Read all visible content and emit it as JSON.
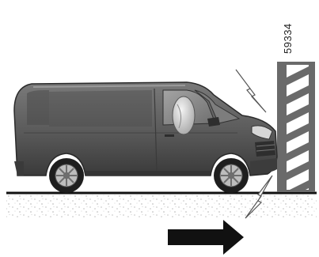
{
  "figure": {
    "reference_number": "59334",
    "colors": {
      "van_body": "#5c5c5c",
      "van_dark": "#2e2e2e",
      "window": "#8a8a8a",
      "airbag": "#cfcfcf",
      "wall": "#6a6a6a",
      "wall_stripe": "#ffffff",
      "ground_speckle": "#b4b4b4",
      "arrow": "#111111"
    },
    "icons": [
      "van",
      "deployed-airbag",
      "crash-wall",
      "impact-flash",
      "direction-arrow"
    ]
  }
}
